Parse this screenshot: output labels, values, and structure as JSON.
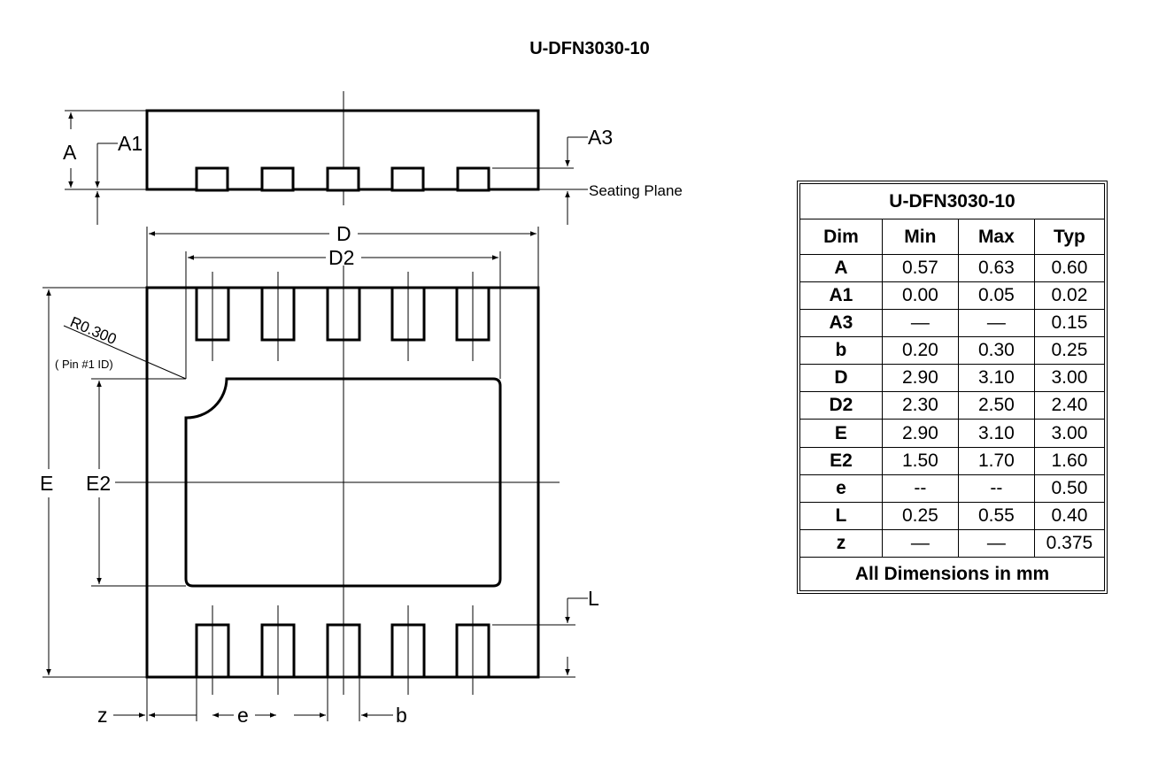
{
  "title": "U-DFN3030-10",
  "drawing_labels": {
    "A": "A",
    "A1": "A1",
    "A3": "A3",
    "seating_plane": "Seating Plane",
    "D": "D",
    "D2": "D2",
    "E": "E",
    "E2": "E2",
    "L": "L",
    "z": "z",
    "e": "e",
    "b": "b",
    "radius": "R0.300",
    "pin_id": "( Pin #1 ID)"
  },
  "table": {
    "title": "U-DFN3030-10",
    "headers": [
      "Dim",
      "Min",
      "Max",
      "Typ"
    ],
    "rows": [
      {
        "dim": "A",
        "min": "0.57",
        "max": "0.63",
        "typ": "0.60"
      },
      {
        "dim": "A1",
        "min": "0.00",
        "max": "0.05",
        "typ": "0.02"
      },
      {
        "dim": "A3",
        "min": "—",
        "max": "—",
        "typ": "0.15"
      },
      {
        "dim": "b",
        "min": "0.20",
        "max": "0.30",
        "typ": "0.25"
      },
      {
        "dim": "D",
        "min": "2.90",
        "max": "3.10",
        "typ": "3.00"
      },
      {
        "dim": "D2",
        "min": "2.30",
        "max": "2.50",
        "typ": "2.40"
      },
      {
        "dim": "E",
        "min": "2.90",
        "max": "3.10",
        "typ": "3.00"
      },
      {
        "dim": "E2",
        "min": "1.50",
        "max": "1.70",
        "typ": "1.60"
      },
      {
        "dim": "e",
        "min": "--",
        "max": "--",
        "typ": "0.50"
      },
      {
        "dim": "L",
        "min": "0.25",
        "max": "0.55",
        "typ": "0.40"
      },
      {
        "dim": "z",
        "min": "—",
        "max": "—",
        "typ": "0.375"
      }
    ],
    "footer": "All Dimensions in mm"
  }
}
